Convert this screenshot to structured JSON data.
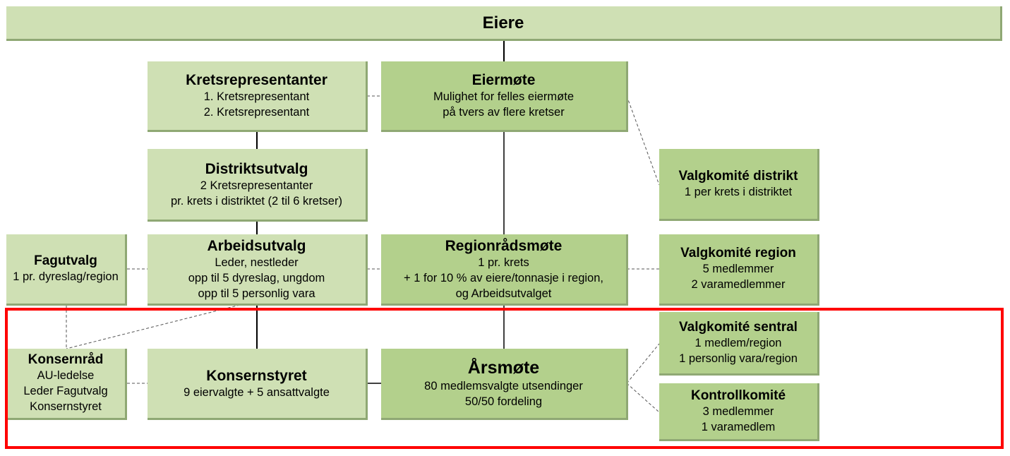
{
  "boxes": {
    "eiere": {
      "title": "Eiere"
    },
    "kretsrepresentanter": {
      "title": "Kretsrepresentanter",
      "lines": [
        "1. Kretsrepresentant",
        "2. Kretsrepresentant"
      ]
    },
    "eiermote": {
      "title": "Eiermøte",
      "lines": [
        "Mulighet for felles eiermøte",
        "på tvers av flere kretser"
      ]
    },
    "distriktsutvalg": {
      "title": "Distriktsutvalg",
      "lines": [
        "2 Kretsrepresentanter",
        "pr. krets i distriktet (2 til 6 kretser)"
      ]
    },
    "valgkomite_distrikt": {
      "title": "Valgkomité distrikt",
      "lines": [
        "1 per krets i distriktet"
      ]
    },
    "fagutvalg": {
      "title": "Fagutvalg",
      "lines": [
        "1 pr. dyreslag/region"
      ]
    },
    "arbeidsutvalg": {
      "title": "Arbeidsutvalg",
      "lines": [
        "Leder, nestleder",
        "opp til 5 dyreslag, ungdom",
        "opp til 5 personlig vara"
      ]
    },
    "regionradsmote": {
      "title": "Regionrådsmøte",
      "lines": [
        "1 pr. krets",
        "+ 1 for 10 % av eiere/tonnasje i region,",
        "og Arbeidsutvalget"
      ]
    },
    "valgkomite_region": {
      "title": "Valgkomité region",
      "lines": [
        "5 medlemmer",
        "2 varamedlemmer"
      ]
    },
    "valgkomite_sentral": {
      "title": "Valgkomité sentral",
      "lines": [
        "1 medlem/region",
        "1 personlig vara/region"
      ]
    },
    "konsernrad": {
      "title": "Konsernråd",
      "lines": [
        "AU-ledelse",
        "Leder Fagutvalg",
        "Konsernstyret"
      ]
    },
    "konsernstyret": {
      "title": "Konsernstyret",
      "lines": [
        "9 eiervalgte + 5 ansattvalgte"
      ]
    },
    "arsmote": {
      "title": "Årsmøte",
      "lines": [
        "80 medlemsvalgte utsendinger",
        "50/50 fordeling"
      ]
    },
    "kontrollkomite": {
      "title": "Kontrollkomité",
      "lines": [
        "3 medlemmer",
        "1 varamedlem"
      ]
    }
  },
  "colors": {
    "light_fill": "#cfe0b4",
    "medium_fill": "#b3d08c",
    "shadow": "#8fa874",
    "highlight": "#ff0000"
  }
}
